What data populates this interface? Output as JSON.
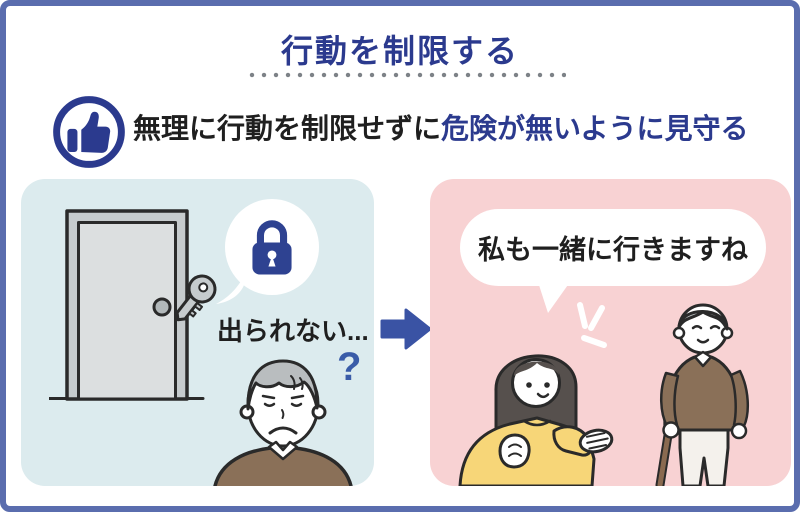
{
  "title": "行動を制限する",
  "advice": {
    "icon": "thumbs-up-icon",
    "text_plain": "無理に行動を制限せずに",
    "text_emphasis": "危険が無いように見守る"
  },
  "left_panel": {
    "caption": "出られない...",
    "question_mark": "?",
    "bubble_icon": "padlock-icon",
    "illustrations": [
      "locked-door-with-key",
      "sad-elderly-man"
    ]
  },
  "arrow_icon": "right-arrow-icon",
  "right_panel": {
    "speech_bubble": "私も一緒に行きますね",
    "illustrations": [
      "caregiver-woman",
      "elderly-man-with-cane"
    ]
  },
  "colors": {
    "frame-border": "#5a6dae",
    "navy": "#2b3a8e",
    "text-black": "#1f1f1f",
    "arrow-blue": "#3a53a4",
    "lock-navy": "#2e4291",
    "question-blue": "#3a5ca8",
    "left-panel-bg": "#dcebee",
    "right-panel-bg": "#f8d2d3",
    "door-gray": "#dcdfe0",
    "frame-gray": "#c6cbcd",
    "sweater-brown": "#8a7058",
    "hair-gray": "#b9bdbf",
    "woman-hair": "#56504d",
    "shirt-yellow": "#f7d678"
  }
}
